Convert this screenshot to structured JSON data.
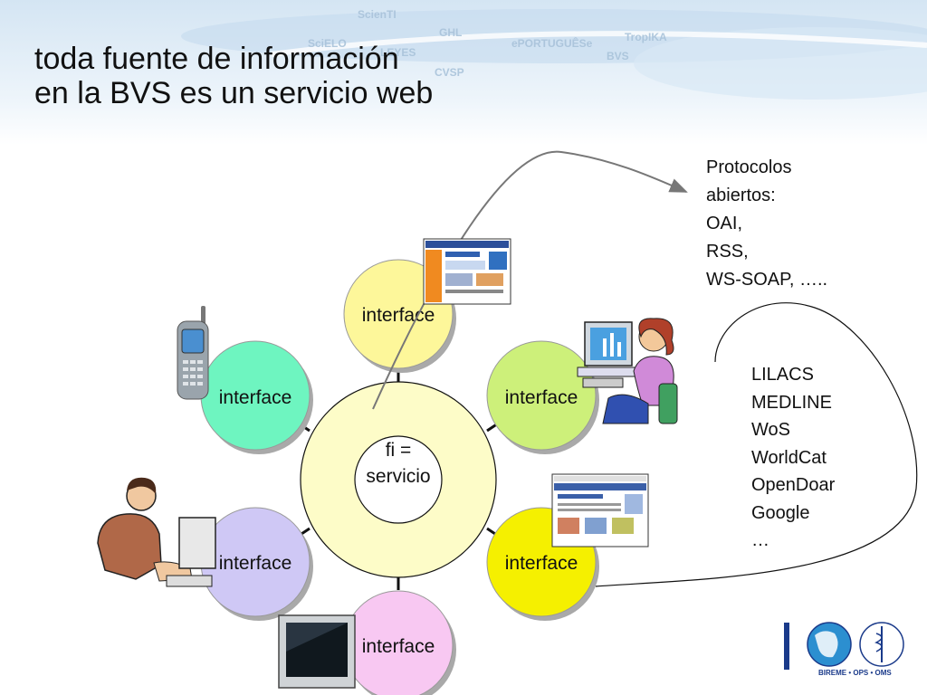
{
  "banner": {
    "words": [
      "ScienTI",
      "GHL",
      "SciELO",
      "ePORTUGUÊSe",
      "TropIKA",
      "BVS",
      "LEYES",
      "CVSP"
    ]
  },
  "title": {
    "line1": "toda fuente de información",
    "line2": "en la BVS es un servicio web"
  },
  "center": {
    "line1": "fi =",
    "line2": "servicio"
  },
  "interfaces": [
    {
      "label": "interface",
      "color": "#fdf79a"
    },
    {
      "label": "interface",
      "color": "#cdf07a"
    },
    {
      "label": "interface",
      "color": "#f5f000"
    },
    {
      "label": "interface",
      "color": "#f8c8f2"
    },
    {
      "label": "interface",
      "color": "#cfc8f5"
    },
    {
      "label": "interface",
      "color": "#6ef5c0"
    }
  ],
  "protocols": {
    "lines": [
      "Protocolos",
      "abiertos:",
      "OAI,",
      "RSS,",
      "WS-SOAP, ….."
    ]
  },
  "sources": {
    "lines": [
      "LILACS",
      "MEDLINE",
      "WoS",
      "WorldCat",
      "OpenDoar",
      "Google",
      "…"
    ]
  },
  "logo": {
    "text": "BIREME • OPS • OMS"
  },
  "colors": {
    "center_ring": "#fdfcc8",
    "spoke": "#111111",
    "banner_blue": "#bcd4ea"
  }
}
